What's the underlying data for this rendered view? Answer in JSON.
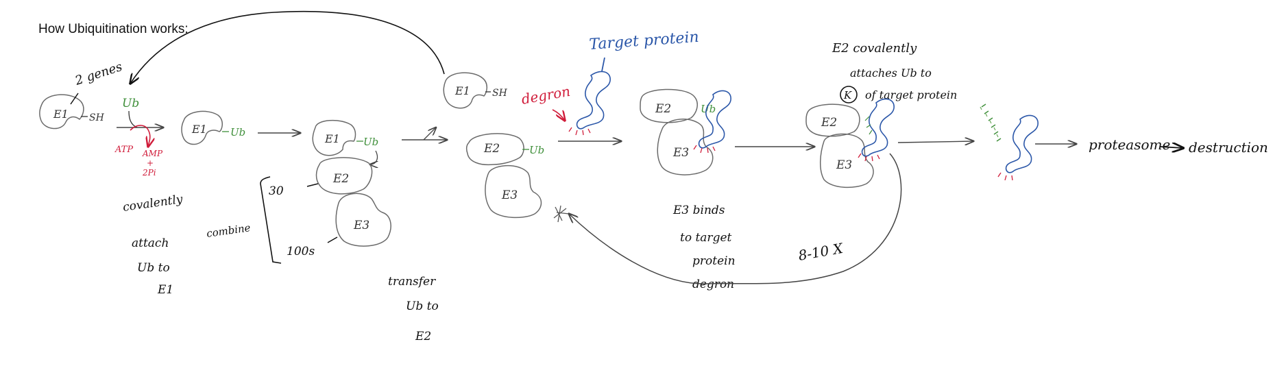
{
  "title": "How Ubiquitination works:",
  "colors": {
    "ink": "#111111",
    "ubiquitin_green": "#3f8f3a",
    "atp_red": "#d01c3a",
    "target_blue": "#2a56a8",
    "shape_gray": "#6a6a6a"
  },
  "proteins": {
    "e1": "E1",
    "e2": "E2",
    "e3": "E3",
    "sh": "SH",
    "ub": "Ub"
  },
  "annotations": {
    "two_genes": "2 genes",
    "atp": "ATP",
    "amp_line1": "AMP",
    "amp_line2": "+",
    "amp_line3": "2Pi",
    "covalently": [
      "covalently",
      "attach",
      "Ub to",
      "E1"
    ],
    "combine": "combine",
    "count_30": "30",
    "count_100s": "100s",
    "transfer": [
      "transfer",
      "Ub to",
      "E2"
    ],
    "target_protein": "Target protein",
    "degron": "degron",
    "e3_binds": [
      "E3 binds",
      "to target",
      "protein",
      "degron"
    ],
    "repeat": "8-10 X",
    "e2_covalently": [
      "E2 covalently",
      "attaches Ub to",
      "of target protein"
    ],
    "lysine": "K",
    "proteasome": "proteasome",
    "destruction": "destruction"
  }
}
